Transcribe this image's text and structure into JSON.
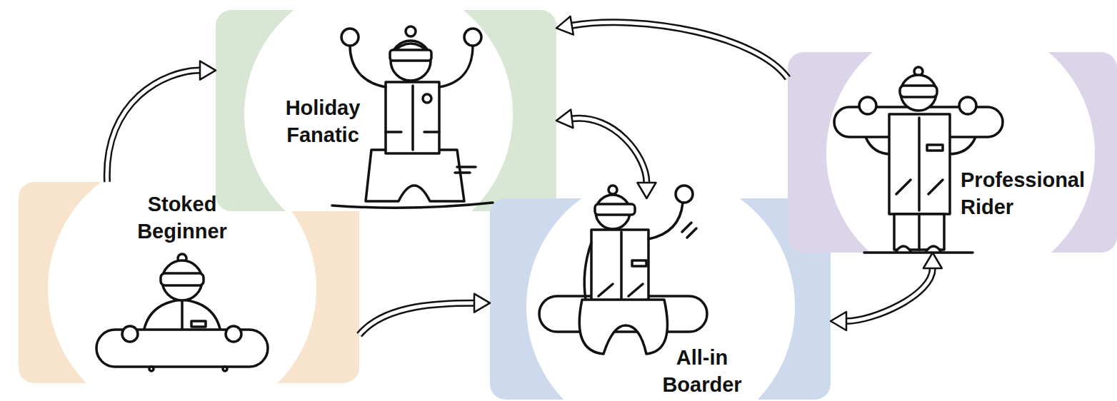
{
  "diagram": {
    "nodes": [
      {
        "text": [
          "Stoked Beginner"
        ]
      },
      {
        "text": [
          "Holiday Fanatic"
        ]
      },
      {
        "text": [
          "All-in Boarder"
        ]
      },
      {
        "text": [
          "Professional Rider"
        ]
      }
    ],
    "edges": [
      {
        "from": 0,
        "to": 1,
        "arrow": "to"
      },
      {
        "from": 0,
        "to": 2,
        "arrow": "to"
      },
      {
        "from": 1,
        "to": 2,
        "arrow": "both"
      },
      {
        "from": 3,
        "to": 1,
        "arrow": "to"
      },
      {
        "from": 2,
        "to": 3,
        "arrow": "both"
      }
    ]
  }
}
